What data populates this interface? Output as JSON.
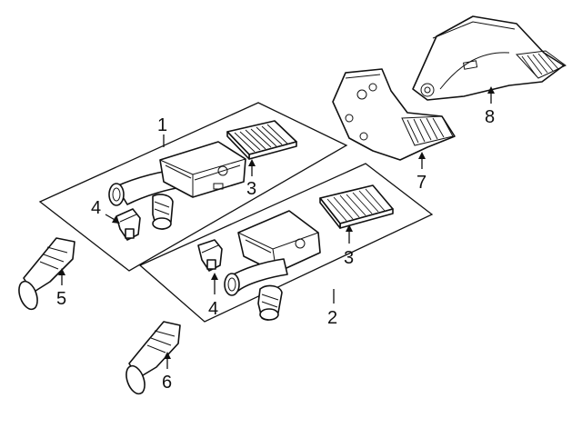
{
  "callouts": {
    "c1": "1",
    "c2": "2",
    "c3a": "3",
    "c3b": "3",
    "c4a": "4",
    "c4b": "4",
    "c5": "5",
    "c6": "6",
    "c7": "7",
    "c8": "8"
  }
}
